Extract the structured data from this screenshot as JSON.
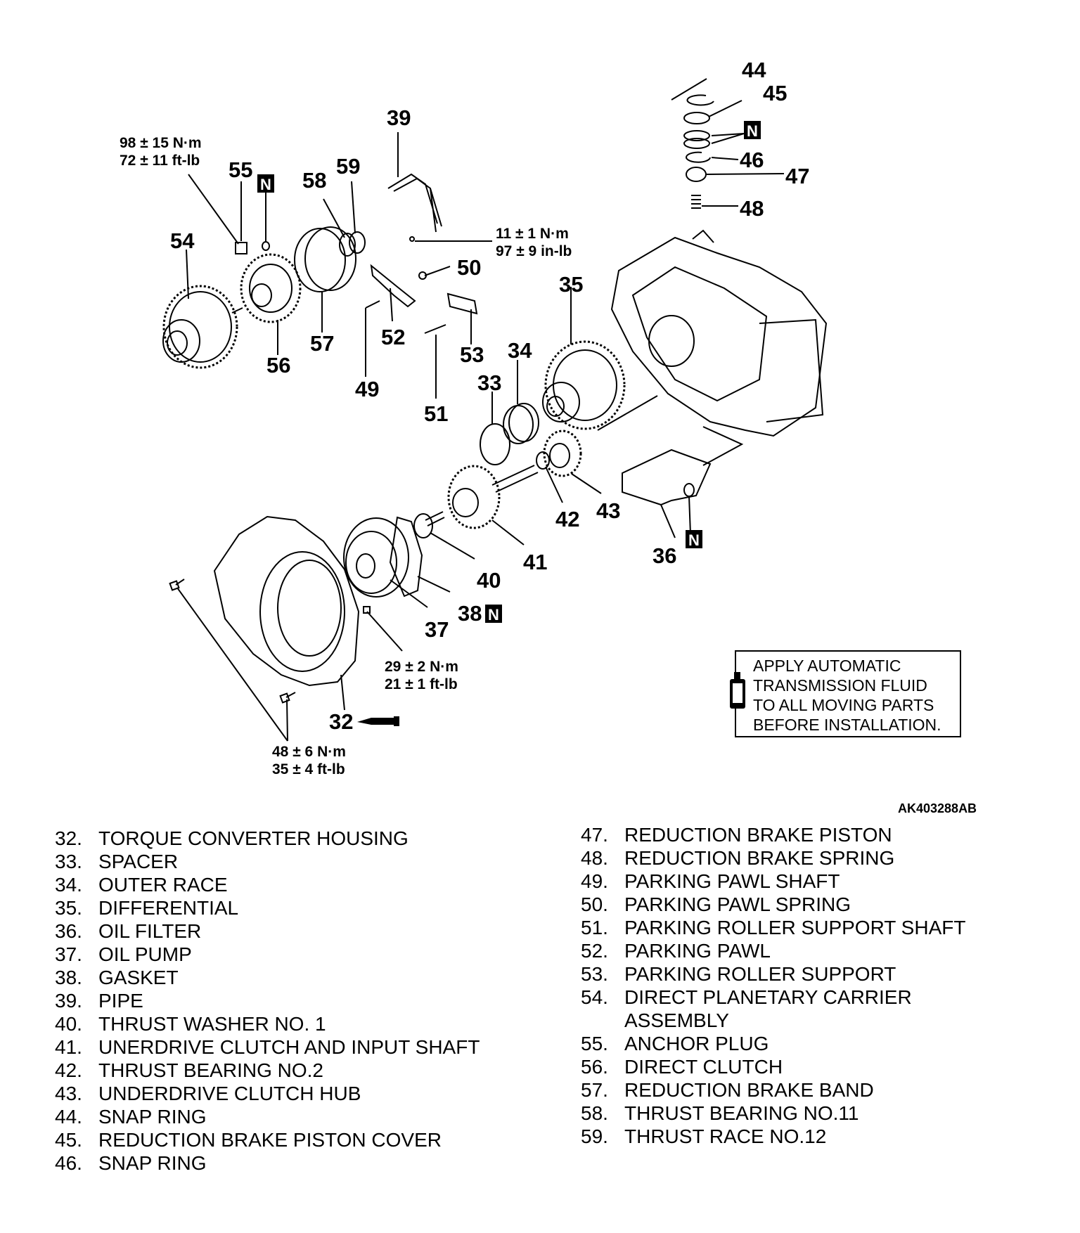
{
  "figure_id": "AK403288AB",
  "nbox_label": "N",
  "callouts": {
    "c32": "32",
    "c33": "33",
    "c34": "34",
    "c35": "35",
    "c36": "36",
    "c37": "37",
    "c38": "38",
    "c39": "39",
    "c40": "40",
    "c41": "41",
    "c42": "42",
    "c43": "43",
    "c44": "44",
    "c45": "45",
    "c46": "46",
    "c47": "47",
    "c48": "48",
    "c49": "49",
    "c50": "50",
    "c51": "51",
    "c52": "52",
    "c53": "53",
    "c54": "54",
    "c55": "55",
    "c56": "56",
    "c57": "57",
    "c58": "58",
    "c59": "59"
  },
  "torques": {
    "t55_nm": "98 ± 15 N·m",
    "t55_ft": "72 ± 11 ft-lb",
    "t39_nm": "11 ± 1 N·m",
    "t39_in": "97 ± 9 in-lb",
    "t37_nm": "29 ± 2 N·m",
    "t37_ft": "21 ± 1 ft-lb",
    "t32_nm": "48 ± 6 N·m",
    "t32_ft": "35 ± 4 ft-lb"
  },
  "note": {
    "line1": "APPLY AUTOMATIC",
    "line2": "TRANSMISSION FLUID",
    "line3": "TO ALL MOVING PARTS",
    "line4": "BEFORE INSTALLATION."
  },
  "legend_left": [
    {
      "no": "32.",
      "name": "TORQUE CONVERTER HOUSING"
    },
    {
      "no": "33.",
      "name": "SPACER"
    },
    {
      "no": "34.",
      "name": "OUTER RACE"
    },
    {
      "no": "35.",
      "name": "DIFFERENTIAL"
    },
    {
      "no": "36.",
      "name": "OIL FILTER"
    },
    {
      "no": "37.",
      "name": "OIL PUMP"
    },
    {
      "no": "38.",
      "name": "GASKET"
    },
    {
      "no": "39.",
      "name": "PIPE"
    },
    {
      "no": "40.",
      "name": "THRUST WASHER NO. 1"
    },
    {
      "no": "41.",
      "name": "UNERDRIVE CLUTCH AND INPUT SHAFT"
    },
    {
      "no": "42.",
      "name": "THRUST BEARING NO.2"
    },
    {
      "no": "43.",
      "name": "UNDERDRIVE CLUTCH HUB"
    },
    {
      "no": "44.",
      "name": "SNAP RING"
    },
    {
      "no": "45.",
      "name": "REDUCTION BRAKE PISTON COVER"
    },
    {
      "no": "46.",
      "name": "SNAP RING"
    }
  ],
  "legend_right": [
    {
      "no": "47.",
      "name": "REDUCTION BRAKE PISTON"
    },
    {
      "no": "48.",
      "name": "REDUCTION BRAKE SPRING"
    },
    {
      "no": "49.",
      "name": "PARKING PAWL SHAFT"
    },
    {
      "no": "50.",
      "name": "PARKING PAWL SPRING"
    },
    {
      "no": "51.",
      "name": "PARKING ROLLER SUPPORT SHAFT"
    },
    {
      "no": "52.",
      "name": "PARKING PAWL"
    },
    {
      "no": "53.",
      "name": "PARKING ROLLER SUPPORT"
    },
    {
      "no": "54.",
      "name": "DIRECT PLANETARY CARRIER"
    },
    {
      "no": "",
      "name": "ASSEMBLY"
    },
    {
      "no": "55.",
      "name": "ANCHOR PLUG"
    },
    {
      "no": "56.",
      "name": "DIRECT CLUTCH"
    },
    {
      "no": "57.",
      "name": "REDUCTION BRAKE BAND"
    },
    {
      "no": "58.",
      "name": "THRUST BEARING NO.11"
    },
    {
      "no": "59.",
      "name": "THRUST RACE NO.12"
    }
  ]
}
